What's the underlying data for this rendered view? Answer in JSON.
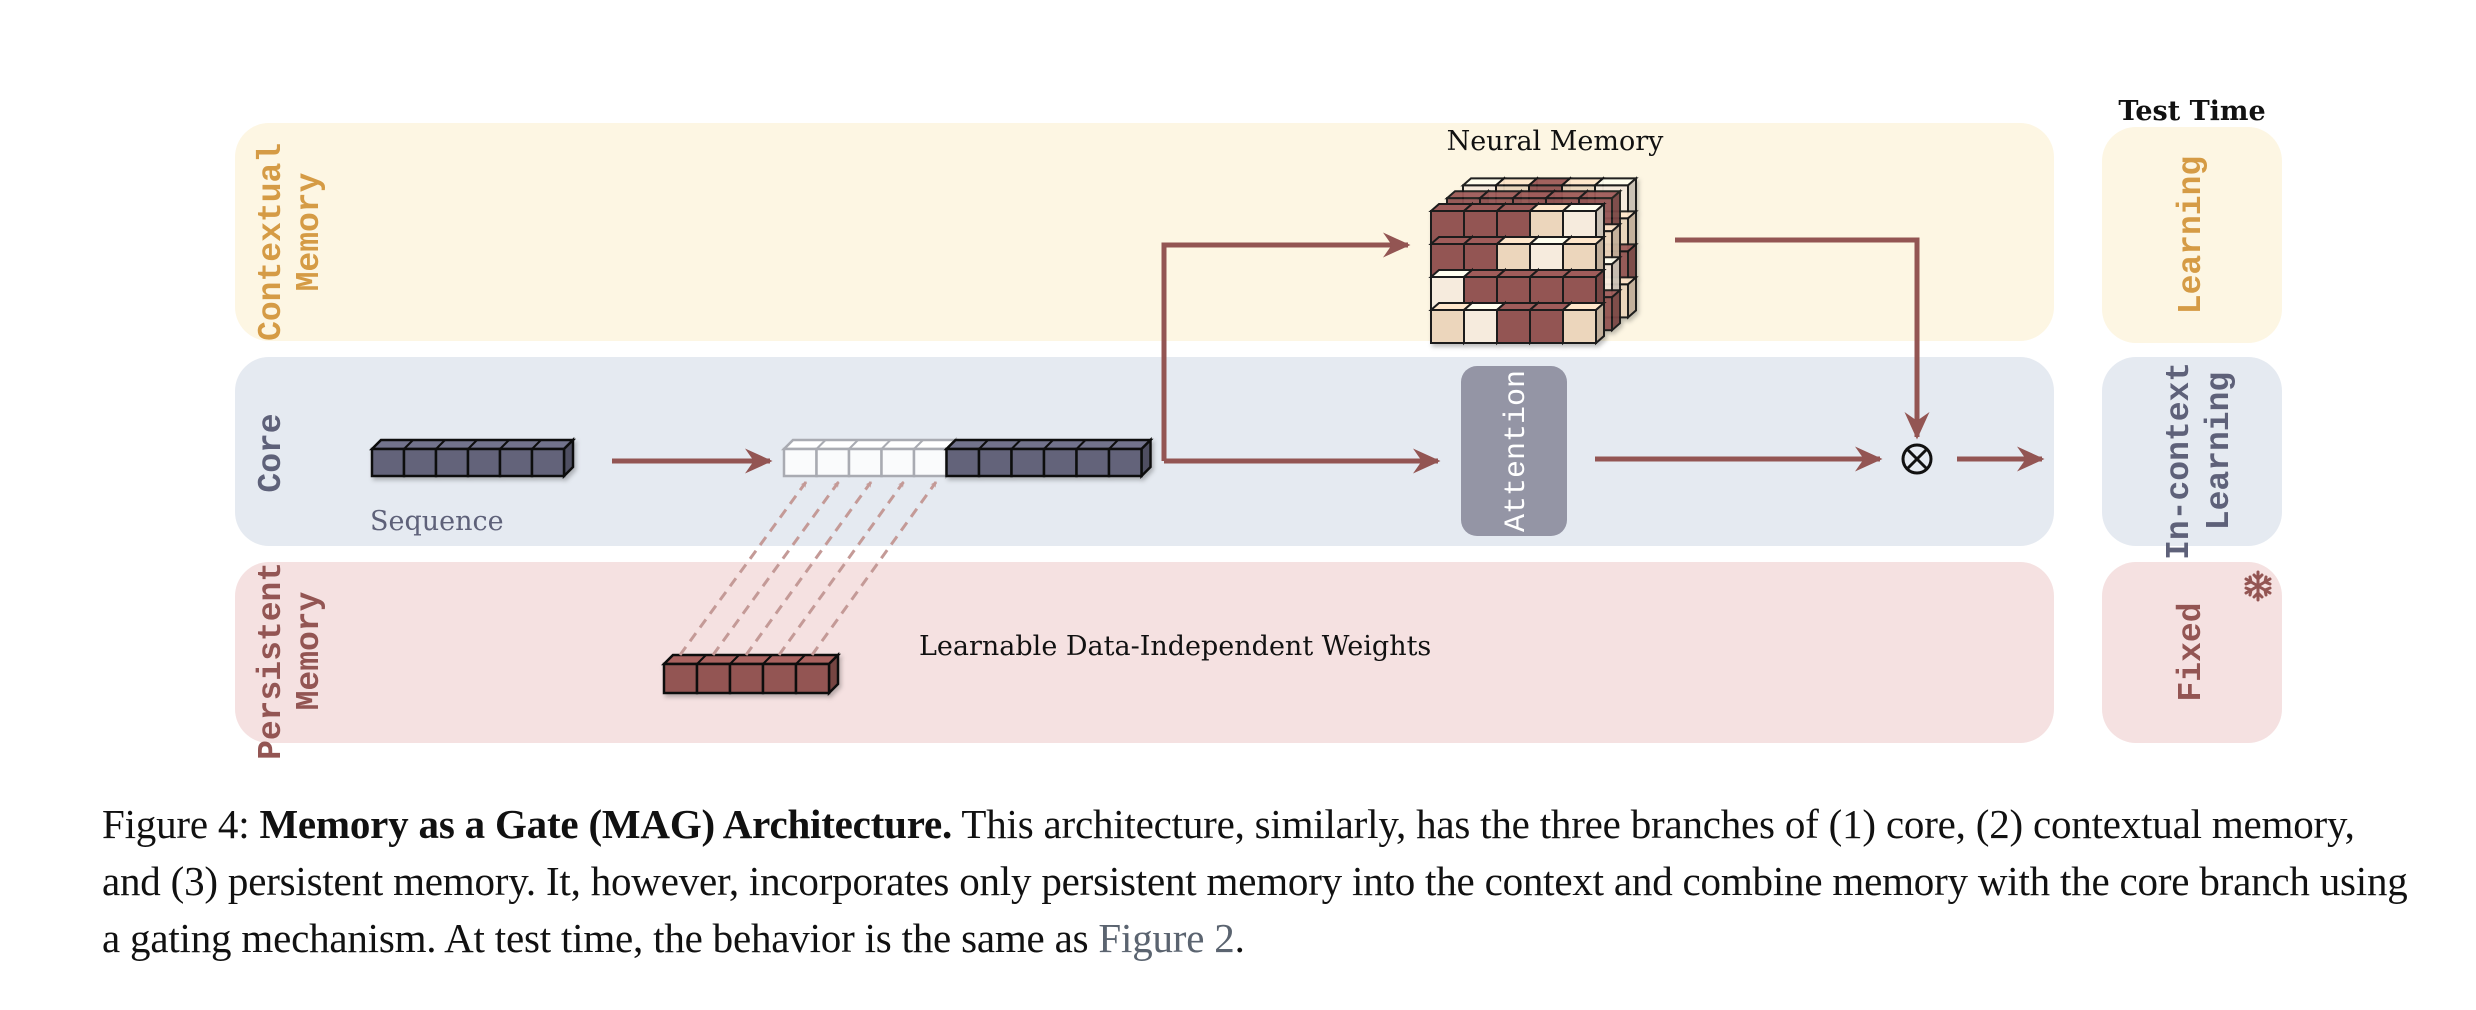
{
  "figure": {
    "rows": [
      {
        "id": "contextual",
        "label_lines": [
          "Contextual",
          "Memory"
        ],
        "fill": "#fdf6e3",
        "text_color": "#d59b45"
      },
      {
        "id": "core",
        "label_lines": [
          "Core"
        ],
        "fill": "#e5eaf1",
        "text_color": "#5e6179"
      },
      {
        "id": "persistent",
        "label_lines": [
          "Persistent",
          "Memory"
        ],
        "fill": "#f5e1e1",
        "text_color": "#935553"
      }
    ],
    "test_time": {
      "title": "Test Time",
      "panels": [
        {
          "id": "contextual",
          "label_lines": [
            "Learning"
          ],
          "fill": "#fdf6e3",
          "text_color": "#d59b45"
        },
        {
          "id": "core",
          "label_lines": [
            "In-context",
            "Learning"
          ],
          "fill": "#e5eaf1",
          "text_color": "#5e6179"
        },
        {
          "id": "persistent",
          "label_lines": [
            "Fixed"
          ],
          "fill": "#f5e1e1",
          "text_color": "#935553",
          "icon": "snowflake-icon"
        }
      ]
    },
    "neural_memory_label": "Neural Memory",
    "sequence_label": "Sequence",
    "attention_label": "Attention",
    "persistent_weights_label": "Learnable Data-Independent Weights",
    "gate_symbol": "⊗",
    "sequence_tokens": 6,
    "persistent_tokens": 5,
    "context_tokens_persistent": 5,
    "context_tokens_sequence": 6,
    "colors": {
      "arrow": "#935553",
      "token_dark": "#63647a",
      "token_persistent": "#935553",
      "token_empty": "#fafbfc",
      "attention_box": "#9495a5",
      "memory_light": "#ecd6bc",
      "memory_dark": "#935553"
    }
  },
  "caption": {
    "prefix": "Figure 4: ",
    "title": "Memory as a Gate (MAG) Architecture.",
    "body": " This architecture, similarly, has the three branches of (1) core, (2) contextual memory, and (3) persistent memory. It, however, incorporates only persistent memory into the context and combine memory with the core branch using a gating mechanism. At test time, the behavior is the same as ",
    "ref": "Figure 2",
    "suffix": "."
  }
}
